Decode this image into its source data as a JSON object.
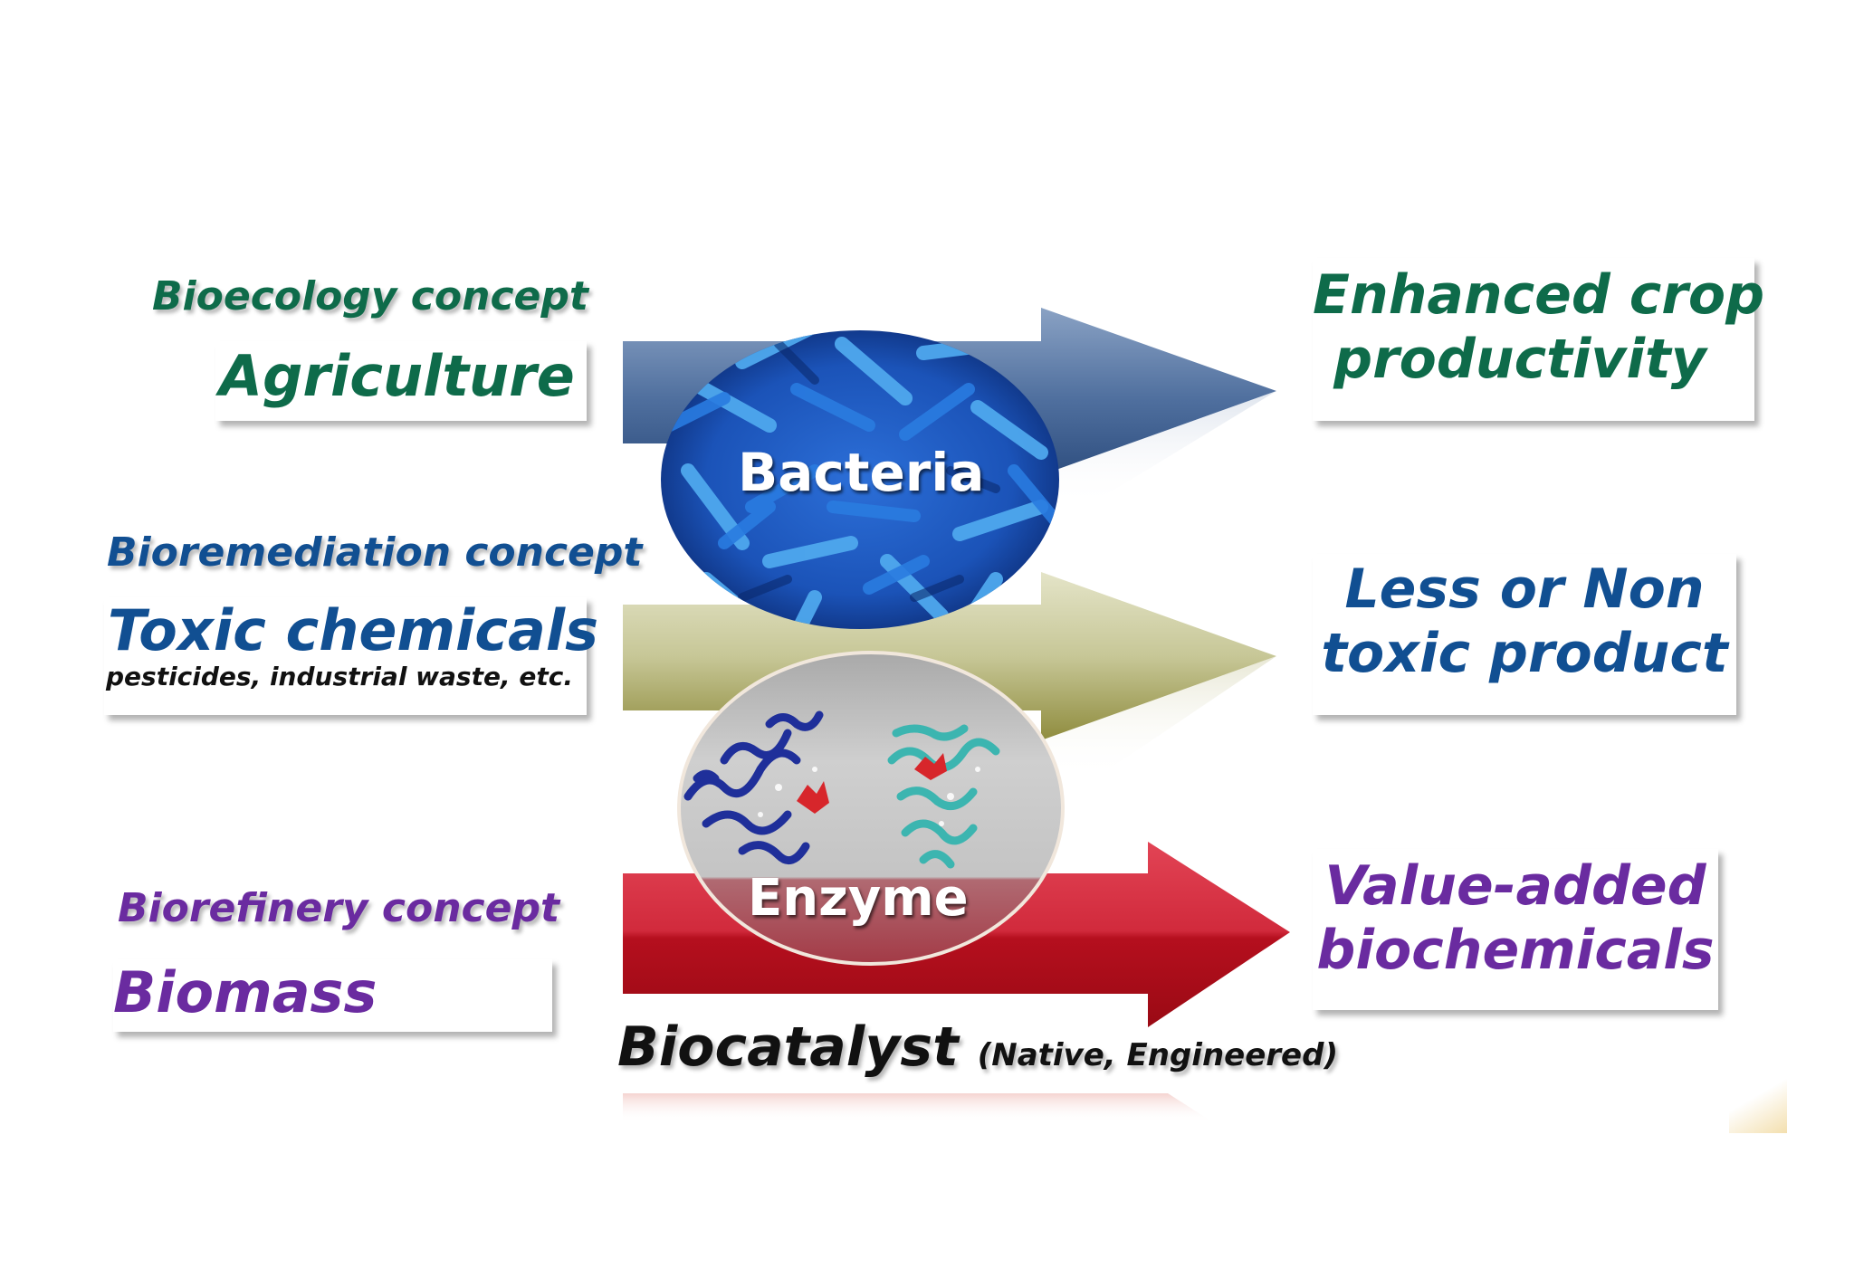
{
  "diagram": {
    "rows": [
      {
        "concept": "Bioecology concept",
        "input": "Agriculture",
        "input_note": "",
        "output_line1": "Enhanced crop",
        "output_line2": "productivity",
        "color": "#0e6b4a",
        "arrow_color": "#3e5f8f"
      },
      {
        "concept": "Bioremediation concept",
        "input": "Toxic chemicals",
        "input_note": "pesticides, industrial waste, etc.",
        "output_line1": "Less or Non",
        "output_line2": "toxic product",
        "color": "#114f92",
        "arrow_color": "#9e9d5a"
      },
      {
        "concept": "Biorefinery concept",
        "input": "Biomass",
        "input_note": "",
        "output_line1": "Value-added",
        "output_line2": "biochemicals",
        "color": "#6a2ba0",
        "arrow_color": "#c0172a"
      }
    ],
    "agents": [
      {
        "label": "Bacteria",
        "image": "bacteria-micrograph"
      },
      {
        "label": "Enzyme",
        "image": "enzyme-protein-structure"
      }
    ],
    "biocatalyst": {
      "label": "Biocatalyst",
      "note": "(Native, Engineered)"
    }
  }
}
